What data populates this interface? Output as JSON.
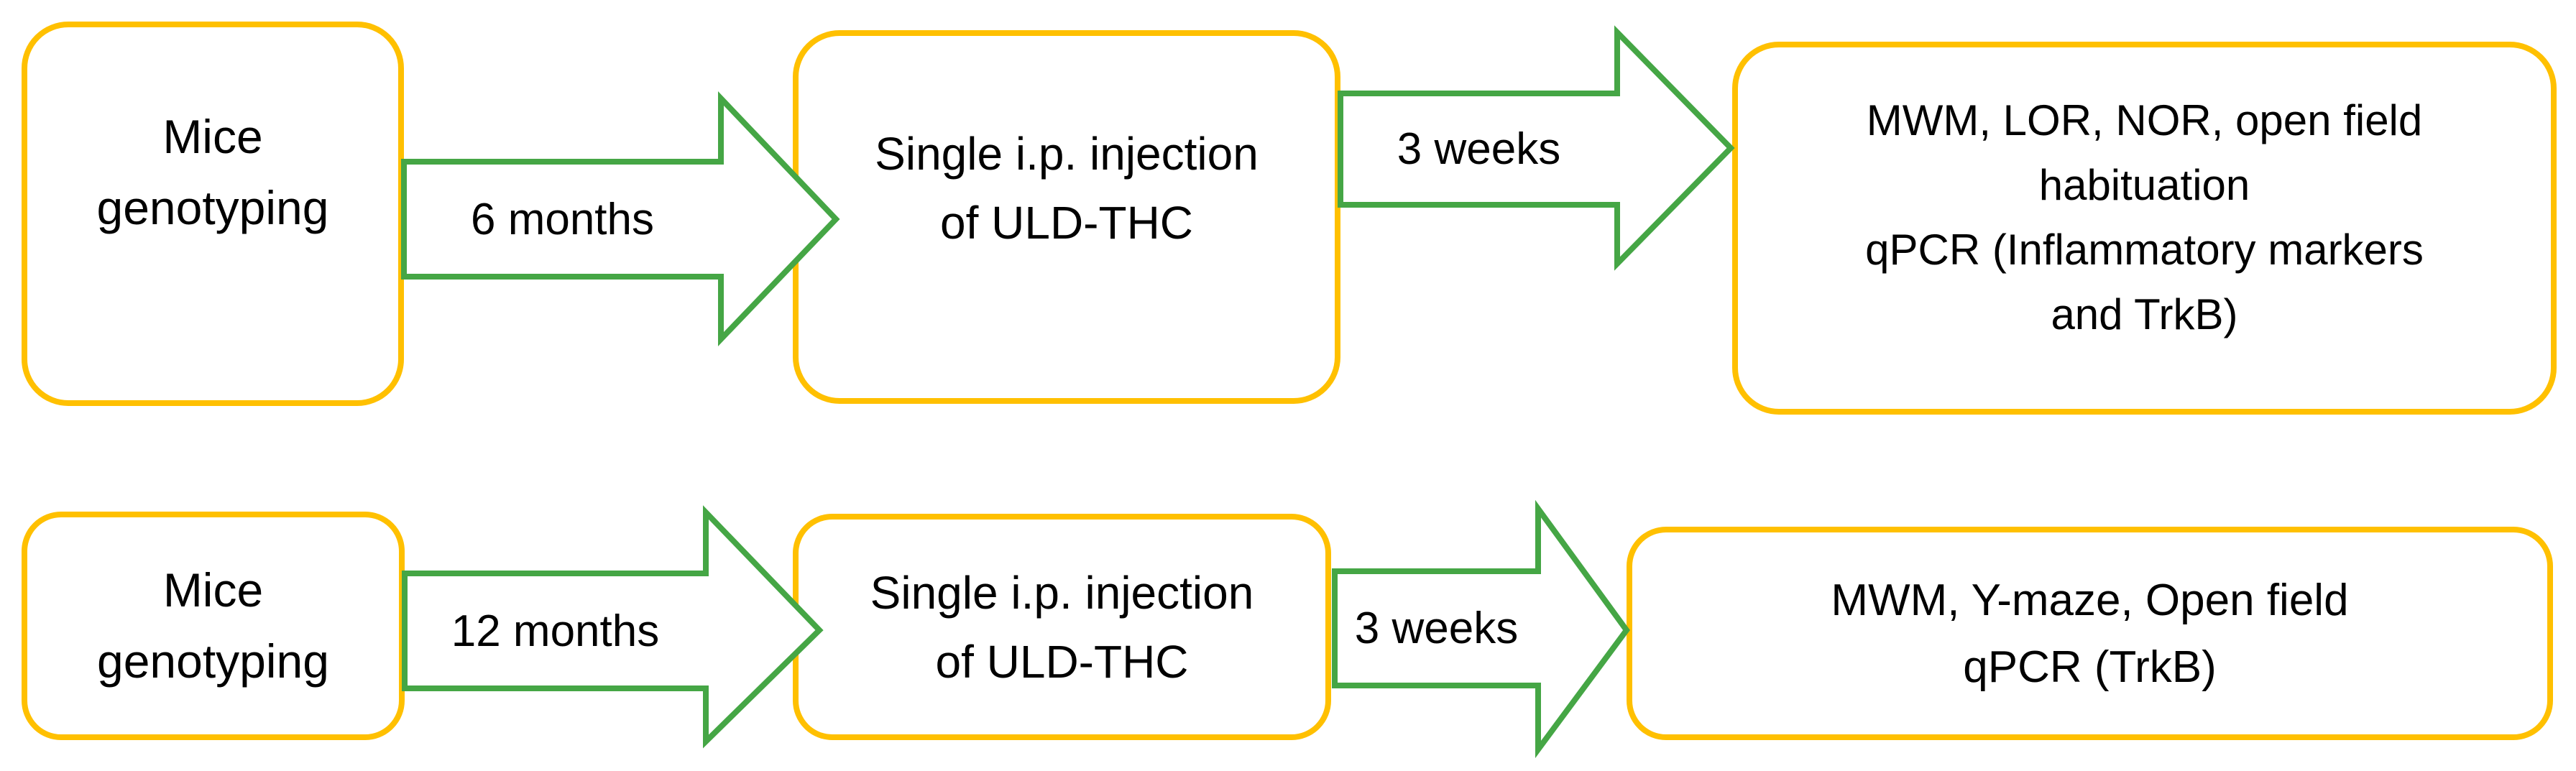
{
  "diagram": {
    "colors": {
      "box_border": "#FFC000",
      "arrow": "#45A645",
      "text": "#000000",
      "background": "#ffffff"
    },
    "rows": [
      {
        "boxes": [
          {
            "text": "Mice\ngenotyping"
          },
          {
            "text": "Single i.p. injection\nof ULD-THC"
          },
          {
            "text": "MWM, LOR, NOR, open field\nhabituation\nqPCR (Inflammatory markers\nand TrkB)"
          }
        ],
        "arrows": [
          {
            "label": "6 months"
          },
          {
            "label": "3 weeks"
          }
        ]
      },
      {
        "boxes": [
          {
            "text": "Mice\ngenotyping"
          },
          {
            "text": "Single i.p. injection\nof ULD-THC"
          },
          {
            "text": "MWM, Y-maze, Open field\nqPCR (TrkB)"
          }
        ],
        "arrows": [
          {
            "label": "12 months"
          },
          {
            "label": "3 weeks"
          }
        ]
      }
    ]
  }
}
